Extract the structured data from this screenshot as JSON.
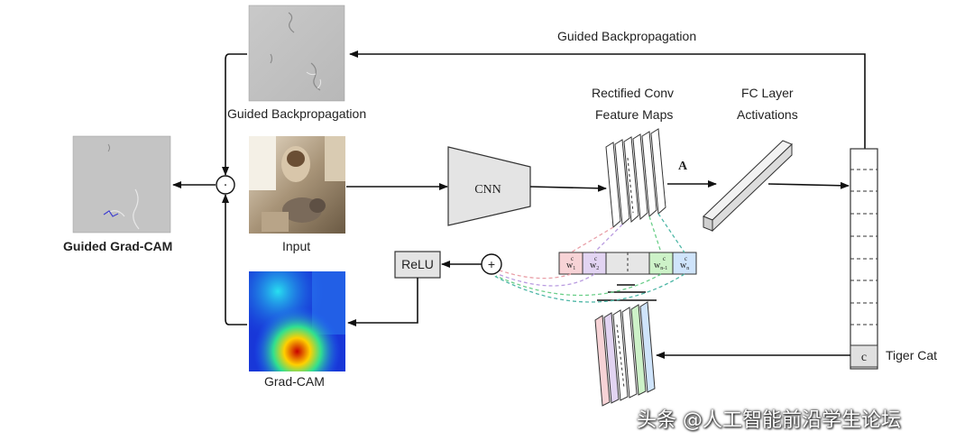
{
  "labels": {
    "guided_backprop_top": "Guided Backpropagation",
    "guided_backprop_img": "Guided Backpropagation",
    "guided_gradcam": "Guided Grad-CAM",
    "input": "Input",
    "gradcam": "Grad-CAM",
    "cnn": "CNN",
    "rectified_line1": "Rectified Conv",
    "rectified_line2": "Feature Maps",
    "fc_line1": "FC Layer",
    "fc_line2": "Activations",
    "A": "A",
    "relu": "ReLU",
    "plus": "+",
    "dot": "⋅",
    "c": "c",
    "tiger_cat": "Tiger Cat"
  },
  "weights": [
    {
      "base": "w",
      "sub": "1",
      "sup": "c"
    },
    {
      "base": "w",
      "sub": "2",
      "sup": "c"
    },
    {
      "base": "w",
      "sub": "n-1",
      "sup": "c"
    },
    {
      "base": "w",
      "sub": "n",
      "sup": "c"
    }
  ],
  "colors": {
    "pink": "#f7d3d6",
    "lavender": "#e2d4f2",
    "green": "#cdf2c8",
    "blue": "#cfe4fb",
    "grey_fill": "#e6e6e6",
    "dash_pink": "#e9a0a8",
    "dash_purple": "#b99be0",
    "dash_green": "#6ccf8a",
    "dash_teal": "#4fb7a7"
  },
  "watermark": "头条 @人工智能前沿学生论坛"
}
